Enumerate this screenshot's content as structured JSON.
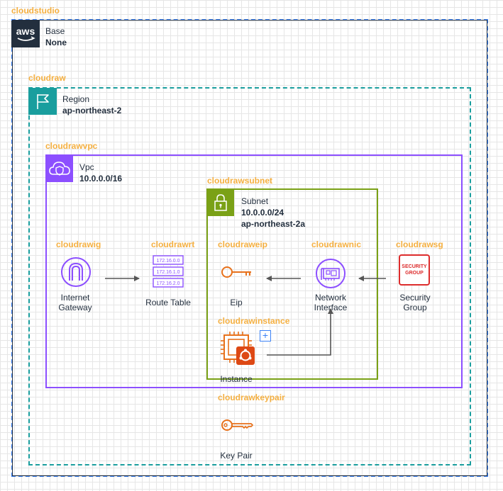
{
  "groups": {
    "base": {
      "label": "cloudstudio",
      "title": "Base",
      "value": "None",
      "icon": "aws-logo-icon"
    },
    "region": {
      "label": "cloudraw",
      "title": "Region",
      "value": "ap-northeast-2",
      "icon": "flag-icon"
    },
    "vpc": {
      "label": "cloudrawvpc",
      "title": "Vpc",
      "value": "10.0.0.0/16",
      "icon": "vpc-cloud-lock-icon"
    },
    "subnet": {
      "label": "cloudrawsubnet",
      "title": "Subnet",
      "value": "10.0.0.0/24",
      "value2": "ap-northeast-2a",
      "icon": "lock-icon"
    }
  },
  "nodes": {
    "igw": {
      "label": "cloudrawig",
      "caption_line1": "Internet",
      "caption_line2": "Gateway",
      "icon": "internet-gateway-icon"
    },
    "rt": {
      "label": "cloudrawrt",
      "caption": "Route Table",
      "icon": "route-table-icon",
      "routes": [
        "172.16.0.0",
        "172.16.1.0",
        "172.16.2.0"
      ]
    },
    "eip": {
      "label": "cloudraweip",
      "caption": "Eip",
      "icon": "elastic-ip-icon"
    },
    "nic": {
      "label": "cloudrawnic",
      "caption_line1": "Network",
      "caption_line2": "Interface",
      "icon": "network-interface-icon"
    },
    "sg": {
      "label": "cloudrawsg",
      "caption_line1": "Security",
      "caption_line2": "Group",
      "icon": "security-group-icon",
      "badge_line1": "SECURITY",
      "badge_line2": "GROUP"
    },
    "instance": {
      "label": "cloudrawinstance",
      "caption": "Instance",
      "icon": "ec2-instance-icon",
      "expand_glyph": "+"
    },
    "keypair": {
      "label": "cloudrawkeypair",
      "caption": "Key Pair",
      "icon": "key-icon"
    }
  },
  "colors": {
    "base_border": "#232f3e",
    "base_dash": "#3b82f6",
    "region_border": "#1a9e9e",
    "vpc_border": "#8c4fff",
    "subnet_border": "#7aa116",
    "label_orange": "#f5b041",
    "icon_orange": "#e7711b",
    "sg_red": "#dd2c2c"
  }
}
